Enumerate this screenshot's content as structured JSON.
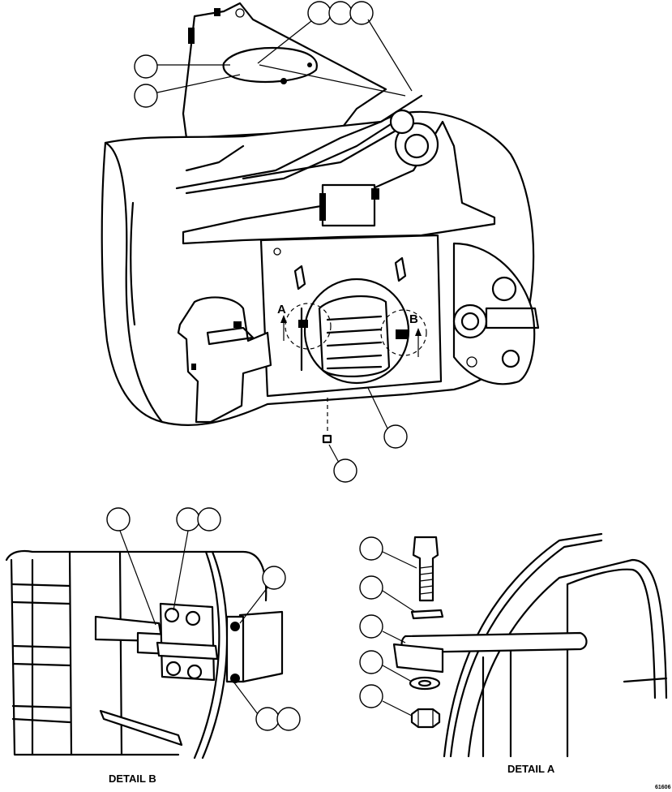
{
  "figure": {
    "detail_b_label": "DETAIL B",
    "detail_a_label": "DETAIL A",
    "view_marker_a": "A",
    "view_marker_b": "B",
    "drawing_code": "61606"
  },
  "callouts": [
    {
      "id": "c1",
      "label": ""
    },
    {
      "id": "c2",
      "label": ""
    },
    {
      "id": "c3",
      "label": ""
    },
    {
      "id": "c4",
      "label": ""
    },
    {
      "id": "c5",
      "label": ""
    },
    {
      "id": "c6",
      "label": ""
    },
    {
      "id": "c7",
      "label": ""
    },
    {
      "id": "c8",
      "label": ""
    },
    {
      "id": "c9",
      "label": ""
    },
    {
      "id": "c10",
      "label": ""
    },
    {
      "id": "c11",
      "label": ""
    },
    {
      "id": "c12",
      "label": ""
    },
    {
      "id": "c13",
      "label": ""
    },
    {
      "id": "c14",
      "label": ""
    },
    {
      "id": "c15",
      "label": ""
    },
    {
      "id": "c16",
      "label": ""
    },
    {
      "id": "c17",
      "label": ""
    },
    {
      "id": "c18",
      "label": ""
    },
    {
      "id": "c19",
      "label": ""
    }
  ]
}
